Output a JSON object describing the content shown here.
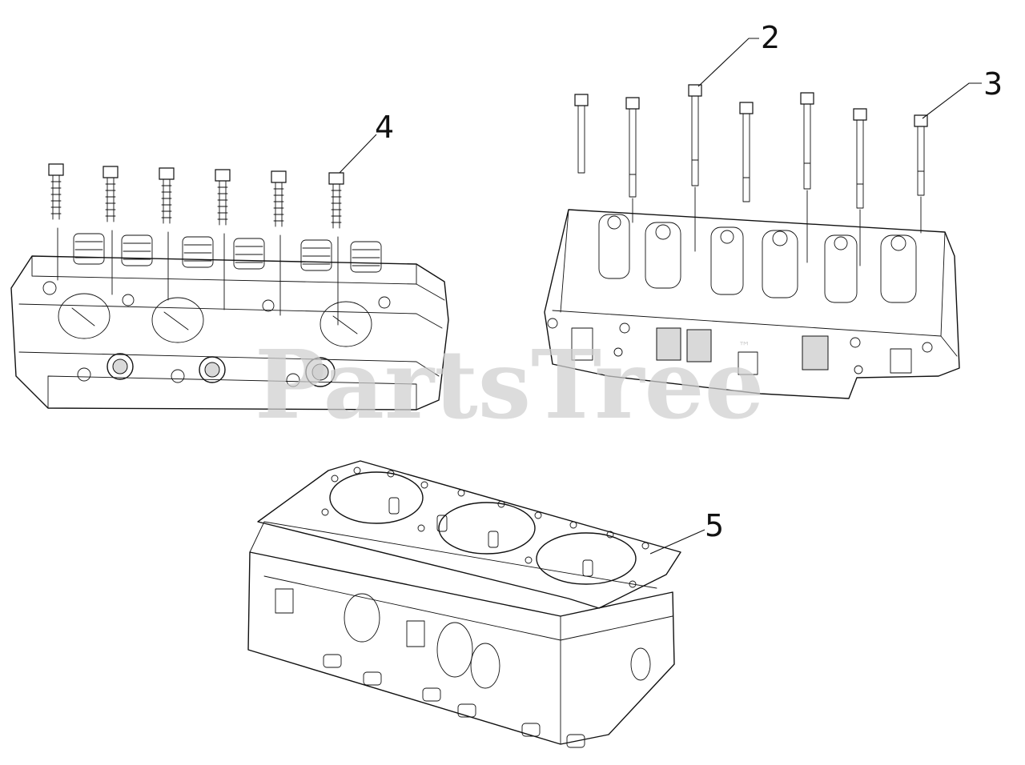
{
  "callouts": [
    {
      "id": "2",
      "label": "2"
    },
    {
      "id": "3",
      "label": "3"
    },
    {
      "id": "4",
      "label": "4"
    },
    {
      "id": "5",
      "label": "5"
    }
  ],
  "watermark": {
    "text": "PartsTree",
    "mark": "™"
  }
}
